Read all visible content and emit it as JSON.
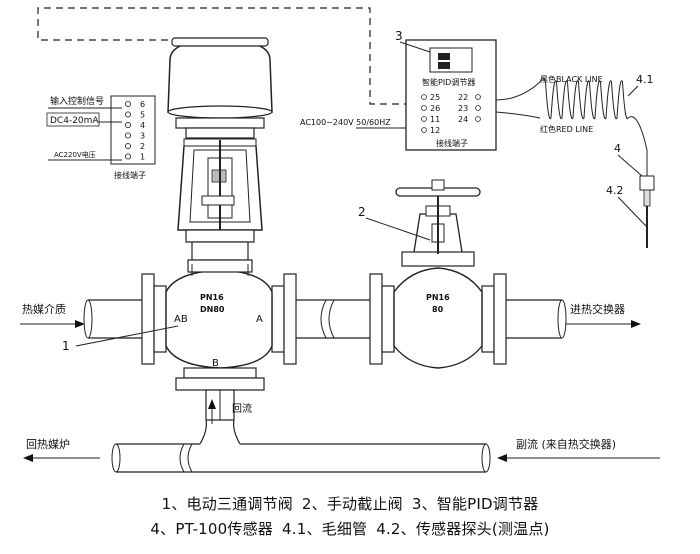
{
  "labels": {
    "input_signal": "输入控制信号",
    "dc_signal": "DC4-20mA",
    "ac_power_left": "AC220V电压",
    "terminal_left": "接线端子",
    "terminal_nums_left": [
      "6",
      "5",
      "4",
      "3",
      "2",
      "1"
    ],
    "ac_power_right": "AC100~240V 50/60HZ",
    "terminal_right": "接线端子",
    "controller_title": "智能PID调节器",
    "terminal_nums_right_a": [
      "25",
      "26",
      "11",
      "12"
    ],
    "terminal_nums_right_b": [
      "22",
      "23",
      "24"
    ],
    "black_line": "黑色BLACK LINE",
    "red_line": "红色RED LINE",
    "callout_3": "3",
    "callout_41": "4.1",
    "callout_4": "4",
    "callout_42": "4.2",
    "callout_2": "2",
    "callout_1": "1",
    "hot_medium": "热媒介质",
    "to_exchanger": "进热交换器",
    "return_furnace": "回热媒炉",
    "bypass": "副流 (来自热交换器)",
    "return_flow": "回流",
    "port_ab": "AB",
    "port_a": "A",
    "port_b": "B",
    "valve1_pn": "PN16",
    "valve1_dn": "DN80",
    "valve2_pn": "PN16",
    "valve2_dn": "80"
  },
  "legend": {
    "line1": [
      "1、电动三通调节阀",
      "2、手动截止阀",
      "3、智能PID调节器"
    ],
    "line2": [
      "4、PT-100传感器",
      "4.1、毛细管",
      "4.2、传感器探头(测温点)"
    ]
  }
}
